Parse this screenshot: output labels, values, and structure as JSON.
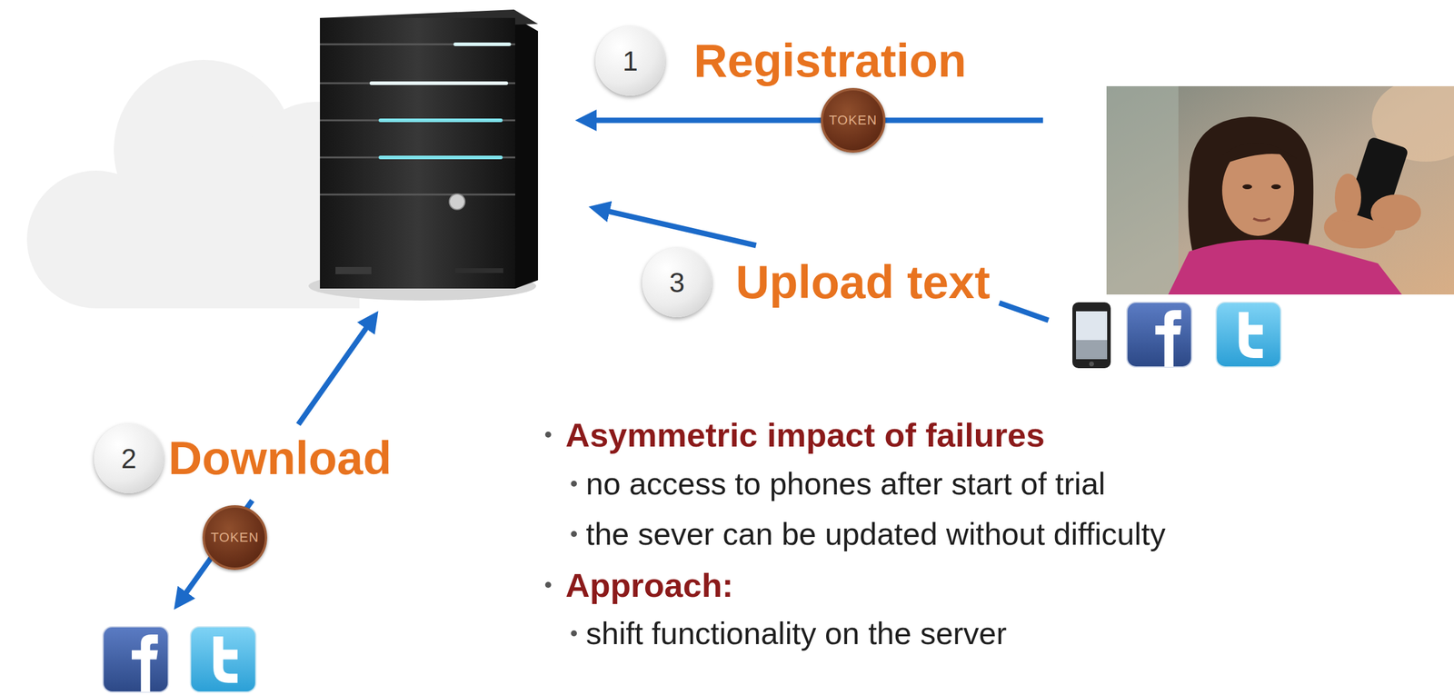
{
  "diagram": {
    "nodes": [
      {
        "text": [
          "1",
          "Registration"
        ]
      },
      {
        "text": [
          "2",
          "Download"
        ]
      },
      {
        "text": [
          "3",
          "Upload text"
        ]
      },
      {
        "text": [
          "TOKEN"
        ]
      },
      {
        "text": [
          "TOKEN"
        ]
      }
    ],
    "labels": [
      "Asymmetric impact of failures",
      "no access to phones after start of trial",
      "the sever can be updated without difficulty",
      "Approach:",
      "shift functionality on the server"
    ]
  }
}
